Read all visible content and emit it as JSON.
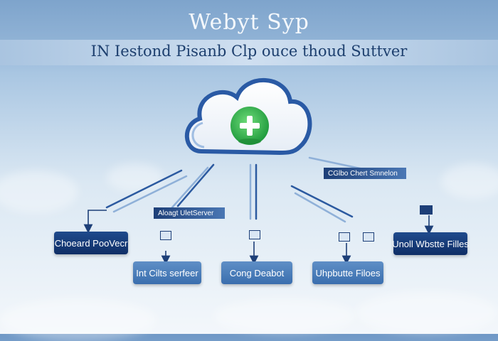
{
  "header": {
    "title": "Webyt Syp",
    "subtitle": "IN Iestond Pisanb Clp ouce thoud Suttver"
  },
  "tags": {
    "server_tag": "Aloagt UletServer",
    "check_tag": "CGlbo Chert Smnelon"
  },
  "nodes": {
    "left_box": "Choeard PooVecr",
    "clients_box": "Int Cilts serfeer",
    "center_box": "Cong Deabot",
    "upload_box": "Uhpbutte Filoes",
    "right_box": "Unoll Wbstte Filles"
  },
  "colors": {
    "node_dark": "#163a76",
    "node_light": "#4a7cba",
    "plus_green": "#2fae4a",
    "cloud_outline": "#2a5aa5"
  }
}
